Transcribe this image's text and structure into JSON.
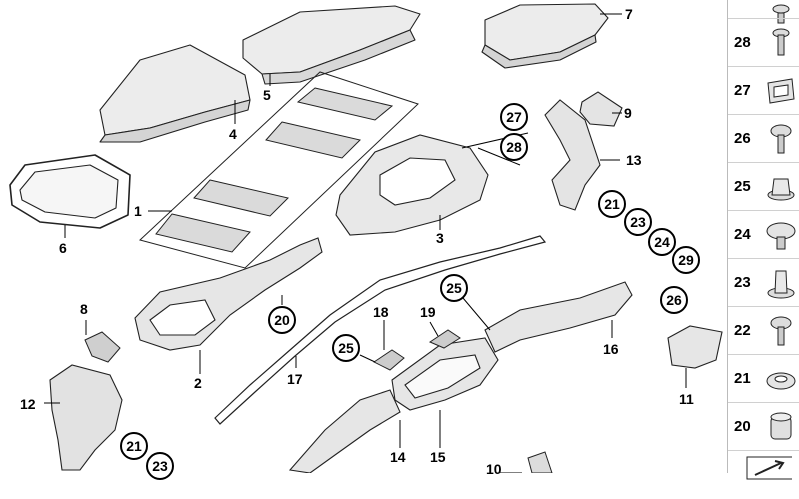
{
  "callouts": {
    "c1": "1",
    "c2": "2",
    "c3": "3",
    "c4": "4",
    "c5": "5",
    "c6": "6",
    "c7": "7",
    "c8": "8",
    "c9": "9",
    "c10": "10",
    "c11": "11",
    "c12": "12",
    "c13": "13",
    "c14": "14",
    "c15": "15",
    "c16": "16",
    "c17": "17",
    "c18": "18",
    "c19": "19"
  },
  "circled": {
    "a27": "27",
    "a28": "28",
    "a21": "21",
    "a23": "23",
    "a24": "24",
    "a29": "29",
    "a25": "25",
    "a20": "20",
    "a25b": "25",
    "a26": "26",
    "a21b": "21",
    "a23b": "23"
  },
  "sidebar": {
    "rows": [
      "28",
      "27",
      "26",
      "25",
      "24",
      "23",
      "22",
      "21",
      "20"
    ]
  }
}
